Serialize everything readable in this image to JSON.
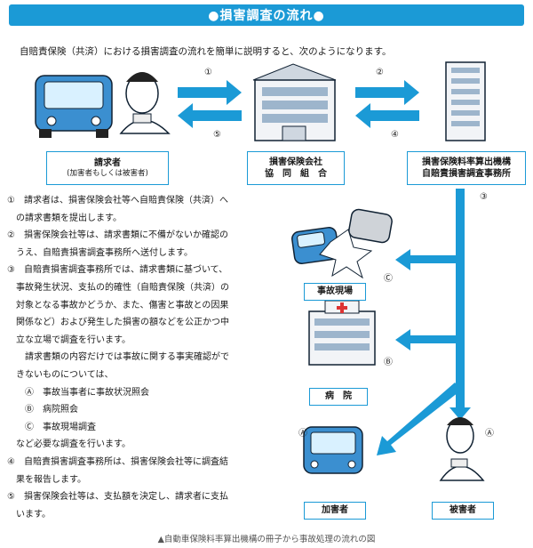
{
  "title": "●損害調査の流れ●",
  "intro": "自賠責保険（共済）における損害調査の流れを簡単に説明すると、次のようになります。",
  "boxes": {
    "claimant": {
      "line1": "請求者",
      "line2": "(加害者もしくは被害者)"
    },
    "insurer": {
      "line1": "損害保険会社",
      "line2": "協　同　組　合"
    },
    "office": {
      "line1": "損害保険料率算出機構",
      "line2": "自賠責損害調査事務所"
    },
    "scene": "事故現場",
    "hospital": "病　院",
    "perpetrator": "加害者",
    "victim": "被害者"
  },
  "arrow_labels": {
    "a1": "①",
    "a2": "②",
    "a3": "③",
    "a4": "④",
    "a5": "⑤",
    "scene_mark": "Ⓒ",
    "hospital_mark": "Ⓑ",
    "perp_mark": "Ⓐ",
    "victim_mark": "Ⓐ"
  },
  "steps": [
    "①　請求者は、損害保険会社等へ自賠責保険（共済）へ",
    "　の請求書類を提出します。",
    "②　損害保険会社等は、請求書類に不備がないか確認の",
    "　うえ、自賠責損害調査事務所へ送付します。",
    "③　自賠責損害調査事務所では、請求書類に基づいて、",
    "　事故発生状況、支払の的確性（自賠責保険（共済）の",
    "　対象となる事故かどうか、また、傷害と事故との因果",
    "　関係など）および発生した損害の額などを公正かつ中",
    "　立な立場で調査を行います。",
    "　　請求書類の内容だけでは事故に関する事実確認がで",
    "　きないものについては、",
    "　　Ⓐ　事故当事者に事故状況照会",
    "　　Ⓑ　病院照会",
    "　　Ⓒ　事故現場調査",
    "　など必要な調査を行います。",
    "④　自賠責損害調査事務所は、損害保険会社等に調査結",
    "　果を報告します。",
    "⑤　損害保険会社等は、支払額を決定し、請求者に支払",
    "　います。"
  ],
  "caption": "▲自動車保険料率算出機構の冊子から事故処理の流れの図",
  "colors": {
    "accent": "#1b9ad6",
    "car": "#3b8fd0"
  }
}
